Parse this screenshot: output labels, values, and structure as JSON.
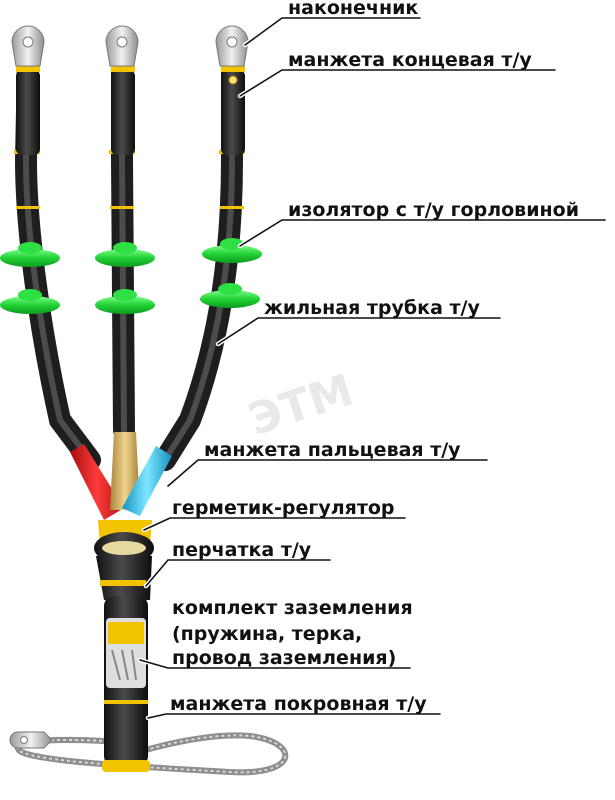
{
  "watermark": "ЭТМ",
  "labels": {
    "lug": "наконечник",
    "end_cuff": "манжета концевая т/у",
    "insulator": "изолятор с т/у горловиной",
    "core_tube": "жильная трубка т/у",
    "finger_cuff": "манжета пальцевая т/у",
    "sealant": "герметик-регулятор",
    "glove": "перчатка т/у",
    "grounding_1": "комплект заземления",
    "grounding_2": "(пружина, терка,",
    "grounding_3": "провод заземления)",
    "cover_cuff": "манжета покровная т/у"
  },
  "colors": {
    "insulator_green": "#27d43a",
    "tube_black": "#262626",
    "phase_red": "#e01b1b",
    "phase_yellow": "#d8b55a",
    "phase_blue": "#2ec4ea",
    "accent_yellow": "#f2c300",
    "lug_silver": "#c9c9c9"
  }
}
